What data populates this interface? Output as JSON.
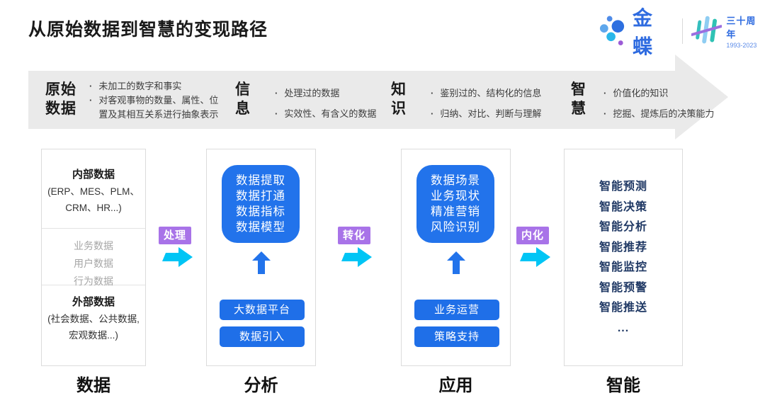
{
  "header": {
    "title": "从原始数据到智慧的变现路径",
    "logo": {
      "brand": "金蝶",
      "anniversary": "三十周年",
      "years": "1993-2023"
    }
  },
  "banner": {
    "stages": [
      {
        "term": "原始\n数据",
        "points": [
          "未加工的数字和事实",
          "对客观事物的数量、属性、位置及其相互关系进行抽象表示"
        ]
      },
      {
        "term": "信\n息",
        "points": [
          "处理过的数据",
          "实效性、有含义的数据"
        ]
      },
      {
        "term": "知\n识",
        "points": [
          "鉴别过的、结构化的信息",
          "归纳、对比、判断与理解"
        ]
      },
      {
        "term": "智\n慧",
        "points": [
          "价值化的知识",
          "挖掘、提炼后的决策能力"
        ]
      }
    ]
  },
  "flow_labels": [
    "处理",
    "转化",
    "内化"
  ],
  "columns": {
    "data": {
      "label": "数据",
      "internal": {
        "title": "内部数据",
        "lines": [
          "(ERP、MES、PLM、",
          "CRM、HR...)"
        ]
      },
      "middle": [
        "业务数据",
        "用户数据",
        "行为数据"
      ],
      "external": {
        "title": "外部数据",
        "lines": [
          "(社会数据、公共数据,",
          "宏观数据...)"
        ]
      }
    },
    "analysis": {
      "label": "分析",
      "core": [
        "数据提取",
        "数据打通",
        "数据指标",
        "数据模型"
      ],
      "buttons": [
        "大数据平台",
        "数据引入"
      ]
    },
    "application": {
      "label": "应用",
      "core": [
        "数据场景",
        "业务现状",
        "精准营销",
        "风险识别"
      ],
      "buttons": [
        "业务运营",
        "策略支持"
      ]
    },
    "intelligence": {
      "label": "智能",
      "items": [
        "智能预测",
        "智能决策",
        "智能分析",
        "智能推荐",
        "智能监控",
        "智能预警",
        "智能推送",
        "..."
      ]
    }
  },
  "colors": {
    "accent_blue": "#2273eb",
    "button_blue": "#1f6fe8",
    "flow_purple": "#a873e8",
    "flow_cyan": "#00c5f5",
    "intelligence_navy": "#1f3864",
    "banner_gray": "#eaeaea",
    "brand_blue": "#2e6be0"
  }
}
